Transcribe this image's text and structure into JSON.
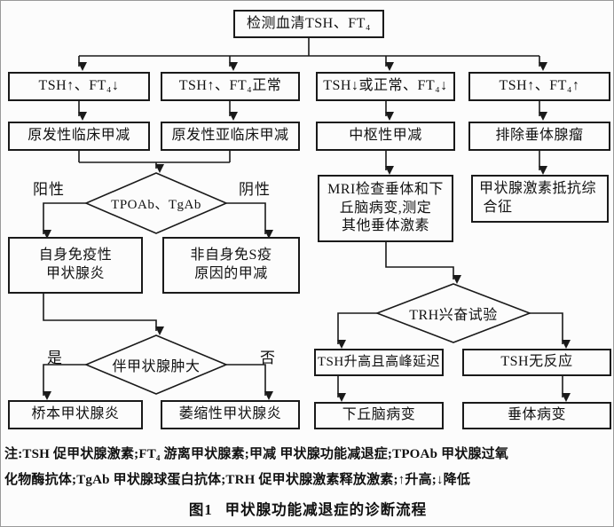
{
  "nodes": {
    "root": "检测血清TSH、FT₄",
    "test1": "TSH↑、FT₄↓",
    "test2": "TSH↑、FT₄正常",
    "test3": "TSH↓或正常、FT₄↓",
    "test4": "TSH↑、FT₄↑",
    "dx1": "原发性临床甲减",
    "dx2": "原发性亚临床甲减",
    "dx3": "中枢性甲减",
    "dx4": "排除垂体腺瘤",
    "decision_antibody": "TPOAb、TgAb",
    "autoimmune": "自身免疫性\n甲状腺炎",
    "non_autoimmune": "非自身免S疫\n原因的甲减",
    "decision_goiter": "伴甲状腺肿大",
    "hashimoto": "桥本甲状腺炎",
    "atrophic": "萎缩性甲状腺炎",
    "mri": "MRI检查垂体和下\n丘脑病变,测定\n其他垂体激素",
    "resistance": "甲状腺激素抵抗综\n 合征",
    "decision_trh": "TRH兴奋试验",
    "trh_delayed": "TSH升高且高峰延迟",
    "trh_noresponse": "TSH无反应",
    "hypothalamic": "下丘脑病变",
    "pituitary": "垂体病变"
  },
  "labels": {
    "positive": "阳性",
    "negative": "阴性",
    "yes": "是",
    "no": "否"
  },
  "note": {
    "line1": "注:TSH 促甲状腺激素;FT₄ 游离甲状腺素;甲减 甲状腺功能减退症;TPOAb 甲状腺过氧",
    "line2": "化物酶抗体;TgAb 甲状腺球蛋白抗体;TRH 促甲状腺激素释放激素;↑升高;↓降低"
  },
  "figure": {
    "caption_label": "图1",
    "caption_text": "甲状腺功能减退症的诊断流程"
  },
  "colors": {
    "line": "#1a1a1a",
    "box_border": "#1a1a1a",
    "background": "#fcfcfc"
  }
}
